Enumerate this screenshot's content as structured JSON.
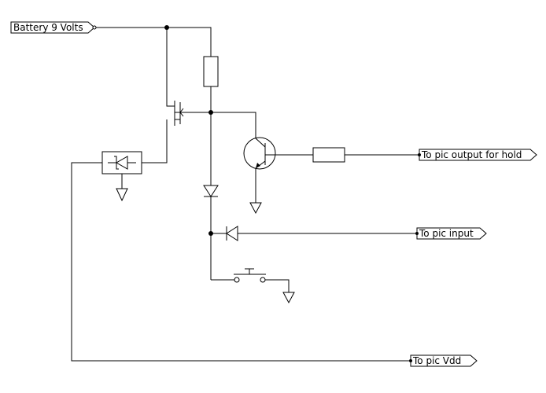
{
  "labels": {
    "battery": "Battery 9 Volts",
    "pic_hold": "To pic output for hold",
    "pic_input": "To pic input",
    "pic_vdd": "To pic Vdd"
  },
  "colors": {
    "line": "#000000",
    "background": "#ffffff"
  }
}
